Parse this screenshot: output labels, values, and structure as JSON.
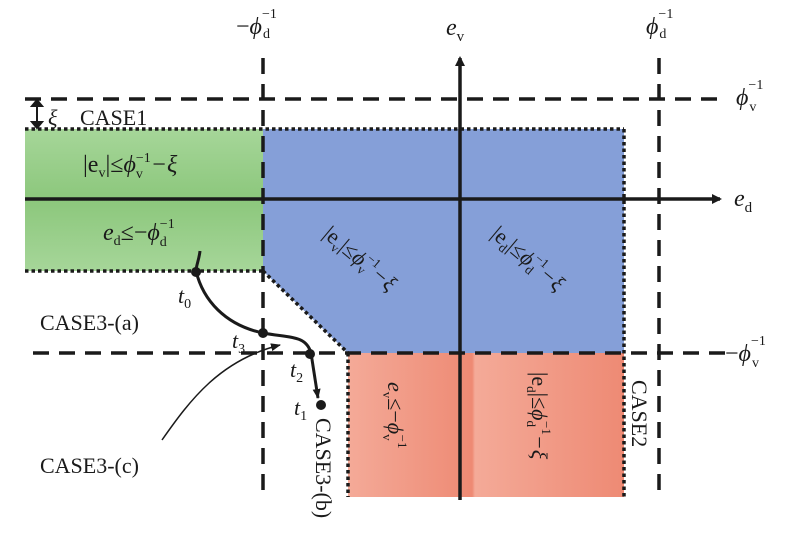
{
  "title": "Control mode regions in the (e_d, e_v) error plane",
  "colors": {
    "green_region": "#96cc88",
    "blue_region": "#859fd8",
    "red_region": "#ee9280",
    "line": "#1a1a1a"
  },
  "axes": {
    "x": {
      "symbol": "e",
      "sub": "d"
    },
    "y": {
      "symbol": "e",
      "sub": "v"
    }
  },
  "thresholds": {
    "neg_phi_d": {
      "prefix": "−",
      "sym": "ϕ",
      "sub": "d",
      "sup": "−1"
    },
    "pos_phi_d": {
      "prefix": "",
      "sym": "ϕ",
      "sub": "d",
      "sup": "−1"
    },
    "pos_phi_v": {
      "prefix": "",
      "sym": "ϕ",
      "sub": "v",
      "sup": "−1"
    },
    "neg_phi_v": {
      "prefix": "−",
      "sym": "ϕ",
      "sub": "v",
      "sup": "−1"
    }
  },
  "xi_marker": "ξ",
  "case_labels": {
    "case1": "CASE1",
    "case2": "CASE2",
    "case3a": "CASE3-(a)",
    "case3b": "CASE3-(b)",
    "case3c": "CASE3-(c)"
  },
  "region_conditions": {
    "green_top": {
      "lhs": "|e",
      "lhs_sub": "v",
      "op": "|≤",
      "rhs": "ϕ",
      "rhs_sub": "v",
      "rhs_sup": "−1",
      "tail": "−ξ"
    },
    "green_bottom": {
      "lhs": "e",
      "lhs_sub": "d",
      "op": "≤−",
      "rhs": "ϕ",
      "rhs_sub": "d",
      "rhs_sup": "−1"
    },
    "blue_left": {
      "lhs": "|e",
      "lhs_sub": "v",
      "op": "|≤",
      "rhs": "ϕ",
      "rhs_sub": "v",
      "rhs_sup": "−1",
      "tail": "−ξ"
    },
    "blue_right": {
      "lhs": "|e",
      "lhs_sub": "d",
      "op": "|≤",
      "rhs": "ϕ",
      "rhs_sub": "d",
      "rhs_sup": "−1",
      "tail": "−ξ"
    },
    "red_left": {
      "lhs": "e",
      "lhs_sub": "v",
      "op": "≤−",
      "rhs": "ϕ",
      "rhs_sub": "v",
      "rhs_sup": "−1"
    },
    "red_right": {
      "lhs": "|e",
      "lhs_sub": "d",
      "op": "|≤",
      "rhs": "ϕ",
      "rhs_sub": "d",
      "rhs_sup": "−1",
      "tail": "−ξ"
    }
  },
  "trajectory_points": [
    {
      "name": "t",
      "sub": "0"
    },
    {
      "name": "t",
      "sub": "3"
    },
    {
      "name": "t",
      "sub": "2"
    },
    {
      "name": "t",
      "sub": "1"
    }
  ]
}
